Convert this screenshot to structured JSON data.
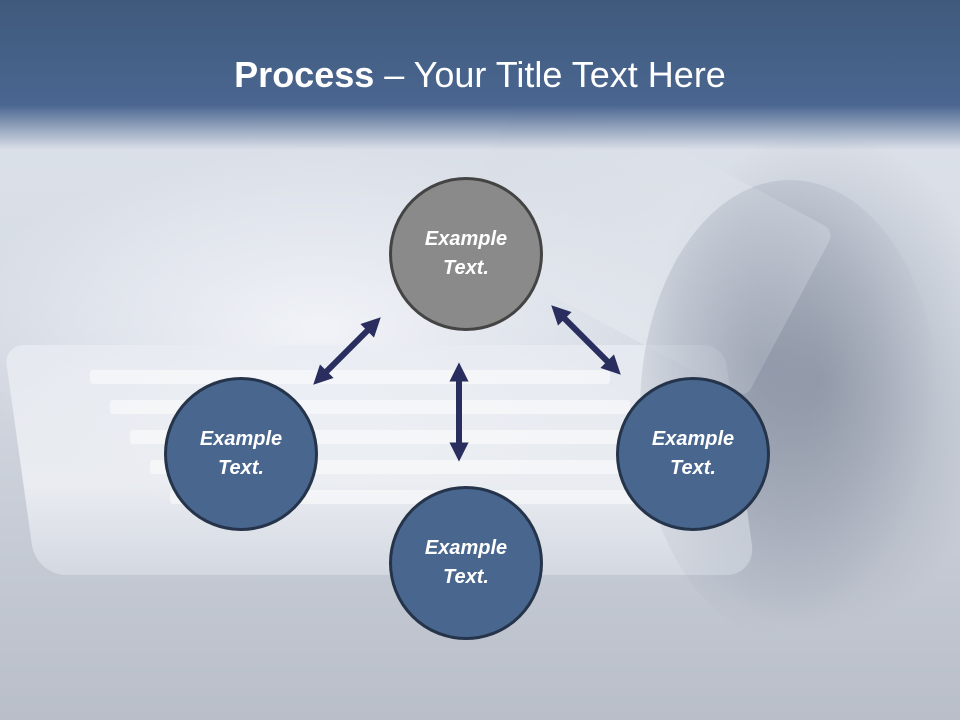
{
  "title": {
    "bold": "Process",
    "rest": " – Your Title Text Here"
  },
  "nodes": {
    "top": "Example\nText.",
    "left": "Example\nText.",
    "right": "Example\nText.",
    "bottom": "Example\nText."
  },
  "colors": {
    "node_fill": "#48668e",
    "top_node_fill": "#8a8a8a",
    "arrow": "#2a2e5e",
    "title_bar": "#4a6690"
  }
}
